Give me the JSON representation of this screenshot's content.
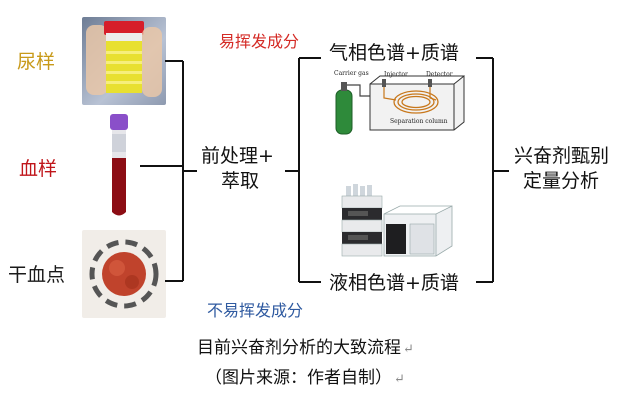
{
  "samples": [
    {
      "label": "尿样",
      "color": "#c89a1a"
    },
    {
      "label": "血样",
      "color": "#c0161b"
    },
    {
      "label": "干血点",
      "color": "#1a1a1a"
    }
  ],
  "pretreatment": {
    "line1": "前处理+",
    "line2": "萃取"
  },
  "volatile_label": "易挥发成分",
  "nonvolatile_label": "不易挥发成分",
  "gcms": {
    "title": "气相色谱+质谱",
    "carrier_gas": "Carrier gas",
    "injector": "Injector",
    "detector": "Detector",
    "separation_column": "Separation column"
  },
  "lcms": {
    "title": "液相色谱+质谱"
  },
  "result": {
    "line1": "兴奋剂甄别",
    "line2": "定量分析"
  },
  "caption": {
    "line1": "目前兴奋剂分析的大致流程",
    "line2": "（图片来源：作者自制）",
    "return_mark": "↵"
  },
  "colors": {
    "red_label": "#d42a25",
    "blue_label": "#2f5aa0"
  }
}
